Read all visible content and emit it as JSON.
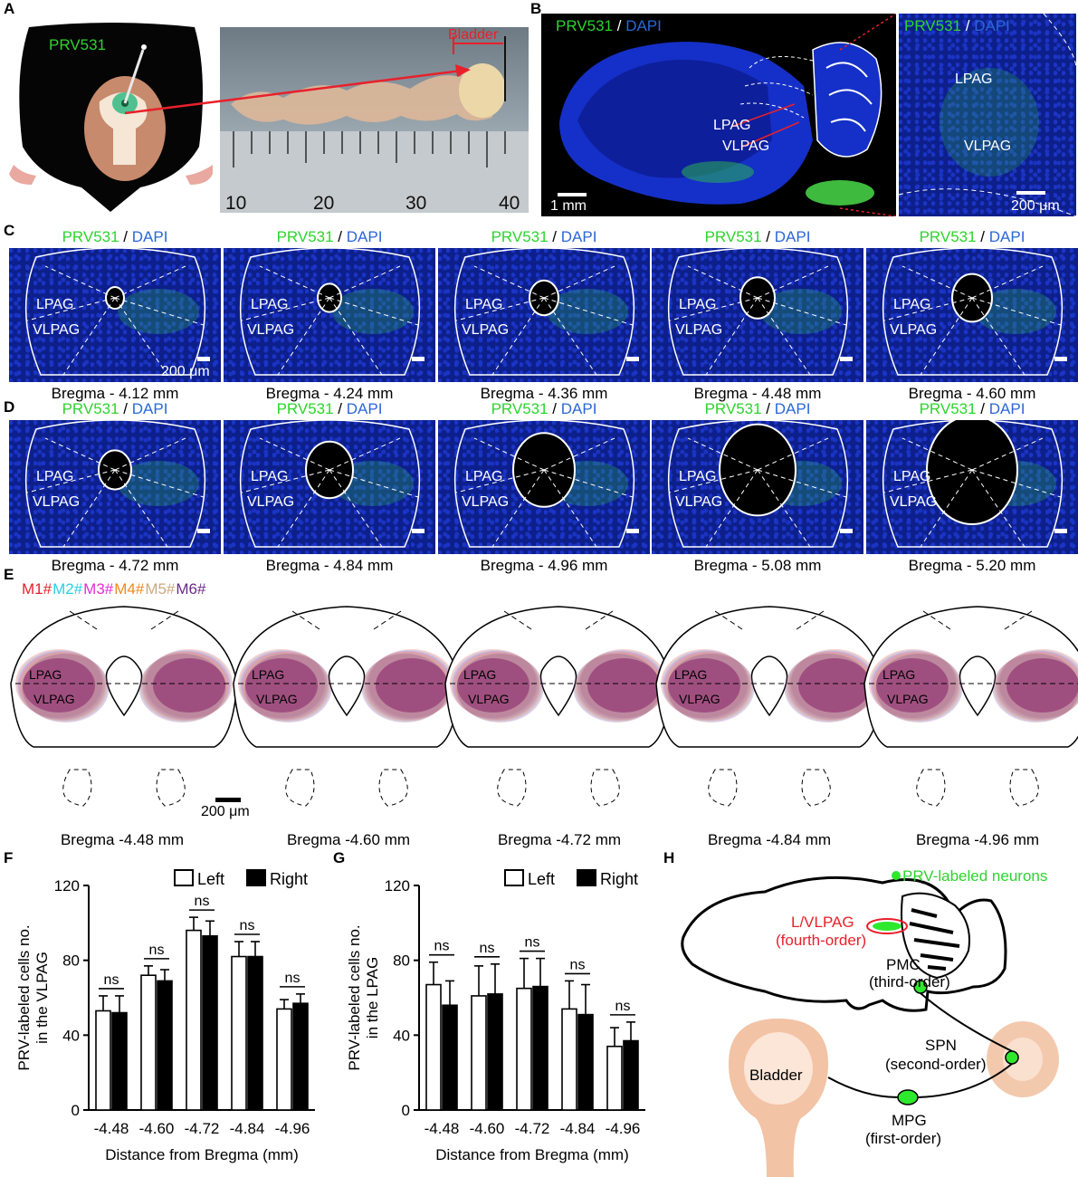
{
  "panels": {
    "a": "A",
    "b": "B",
    "c": "C",
    "d": "D",
    "e": "E",
    "f": "F",
    "g": "G",
    "h": "H"
  },
  "panelA": {
    "virus": "PRV531",
    "bladder": "Bladder",
    "ruler_ticks": [
      "10",
      "20",
      "30",
      "40"
    ]
  },
  "panelB": {
    "prv": "PRV531",
    "sep": " / ",
    "dapi": "DAPI",
    "lpag": "LPAG",
    "vlpag": "VLPAG",
    "scale_left": "1 mm",
    "scale_right": "200 μm"
  },
  "stain": {
    "prv": "PRV531",
    "sep": " / ",
    "dapi": "DAPI"
  },
  "region": {
    "lpag": "LPAG",
    "vlpag": "VLPAG"
  },
  "scale_c": "200 μm",
  "rowC_bregma": [
    "Bregma - 4.12 mm",
    "Bregma - 4.24 mm",
    "Bregma - 4.36 mm",
    "Bregma - 4.48 mm",
    "Bregma - 4.60 mm"
  ],
  "rowD_bregma": [
    "Bregma - 4.72 mm",
    "Bregma - 4.84 mm",
    "Bregma - 4.96 mm",
    "Bregma - 5.08 mm",
    "Bregma - 5.20 mm"
  ],
  "panelE": {
    "mice": [
      {
        "label": "M1#",
        "color": "#e8202a"
      },
      {
        "label": "M2#",
        "color": "#2ad0e8"
      },
      {
        "label": "M3#",
        "color": "#e82ad8"
      },
      {
        "label": "M4#",
        "color": "#f08a1e"
      },
      {
        "label": "M5#",
        "color": "#c9a882"
      },
      {
        "label": "M6#",
        "color": "#6a2a8a"
      }
    ],
    "bregma": [
      "Bregma -4.48 mm",
      "Bregma -4.60 mm",
      "Bregma -4.72 mm",
      "Bregma -4.84 mm",
      "Bregma -4.96 mm"
    ],
    "scale": "200 μm"
  },
  "legend": {
    "left": "Left",
    "right": "Right"
  },
  "chart_data": [
    {
      "type": "bar",
      "panel": "F",
      "categories": [
        "-4.48",
        "-4.60",
        "-4.72",
        "-4.84",
        "-4.96"
      ],
      "series": [
        {
          "name": "Left",
          "values": [
            53,
            72,
            96,
            82,
            54
          ],
          "err": [
            8,
            5,
            7,
            8,
            5
          ]
        },
        {
          "name": "Right",
          "values": [
            52,
            69,
            93,
            82,
            57
          ],
          "err": [
            9,
            6,
            8,
            8,
            5
          ]
        }
      ],
      "annotations": [
        "ns",
        "ns",
        "ns",
        "ns",
        "ns"
      ],
      "xlabel": "Distance from Bregma (mm)",
      "ylabel": [
        "PRV-labeled cells no.",
        "in the VLPAG"
      ],
      "yticks": [
        "0",
        "40",
        "80",
        "120"
      ],
      "ylim": [
        0,
        120
      ]
    },
    {
      "type": "bar",
      "panel": "G",
      "categories": [
        "-4.48",
        "-4.60",
        "-4.72",
        "-4.84",
        "-4.96"
      ],
      "series": [
        {
          "name": "Left",
          "values": [
            67,
            61,
            65,
            54,
            34
          ],
          "err": [
            12,
            16,
            16,
            15,
            10
          ]
        },
        {
          "name": "Right",
          "values": [
            56,
            62,
            66,
            51,
            37
          ],
          "err": [
            13,
            16,
            15,
            16,
            10
          ]
        }
      ],
      "annotations": [
        "ns",
        "ns",
        "ns",
        "ns",
        "ns"
      ],
      "xlabel": "Distance from Bregma (mm)",
      "ylabel": [
        "PRV-labeled cells no.",
        "in the LPAG"
      ],
      "yticks": [
        "0",
        "40",
        "80",
        "120"
      ],
      "ylim": [
        0,
        120
      ]
    }
  ],
  "panelH": {
    "legend": "PRV-labeled neurons",
    "lvlpag": "L/VLPAG",
    "fourth": "(fourth-order)",
    "pmc": "PMC",
    "third": "(third-order)",
    "spn": "SPN",
    "second": "(second-order)",
    "mpg": "MPG",
    "first": "(first-order)",
    "bladder": "Bladder",
    "label_color": "#e8202a",
    "neuron_color": "#2ee82e"
  }
}
